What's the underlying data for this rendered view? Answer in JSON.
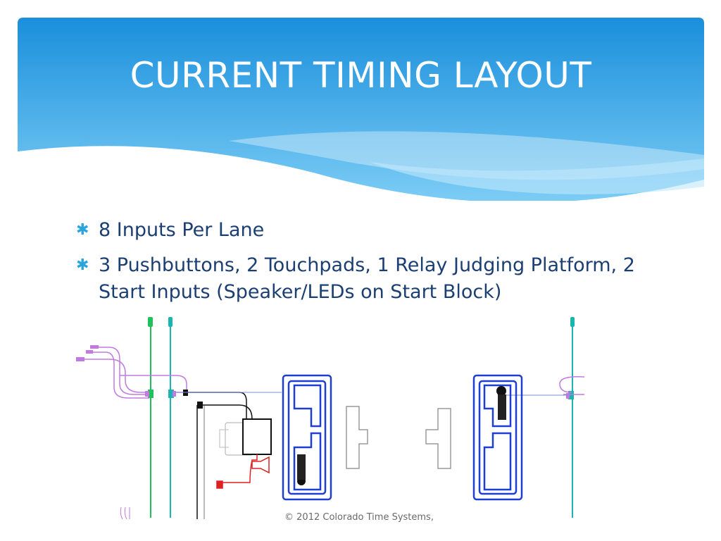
{
  "slide": {
    "title": "CURRENT TIMING LAYOUT",
    "bullets": [
      "8 Inputs Per Lane",
      "3 Pushbuttons, 2 Touchpads, 1 Relay Judging Platform, 2 Start Inputs (Speaker/LEDs on Start Block)"
    ],
    "footer": "© 2012 Colorado Time Systems,"
  },
  "colors": {
    "banner_top": "#1a8fdc",
    "banner_bottom": "#7ccdf5",
    "title_text": "#ffffff",
    "bullet_text": "#1b3f73",
    "bullet_mark": "#2aa5dc",
    "touchpad_blue": "#1f3fd1",
    "cable_green": "#1fc25a",
    "cable_teal": "#1ab5b0",
    "cable_purple": "#c07ae0",
    "speaker_red": "#e02020"
  },
  "icons": {
    "bullet_mark": "✱"
  }
}
